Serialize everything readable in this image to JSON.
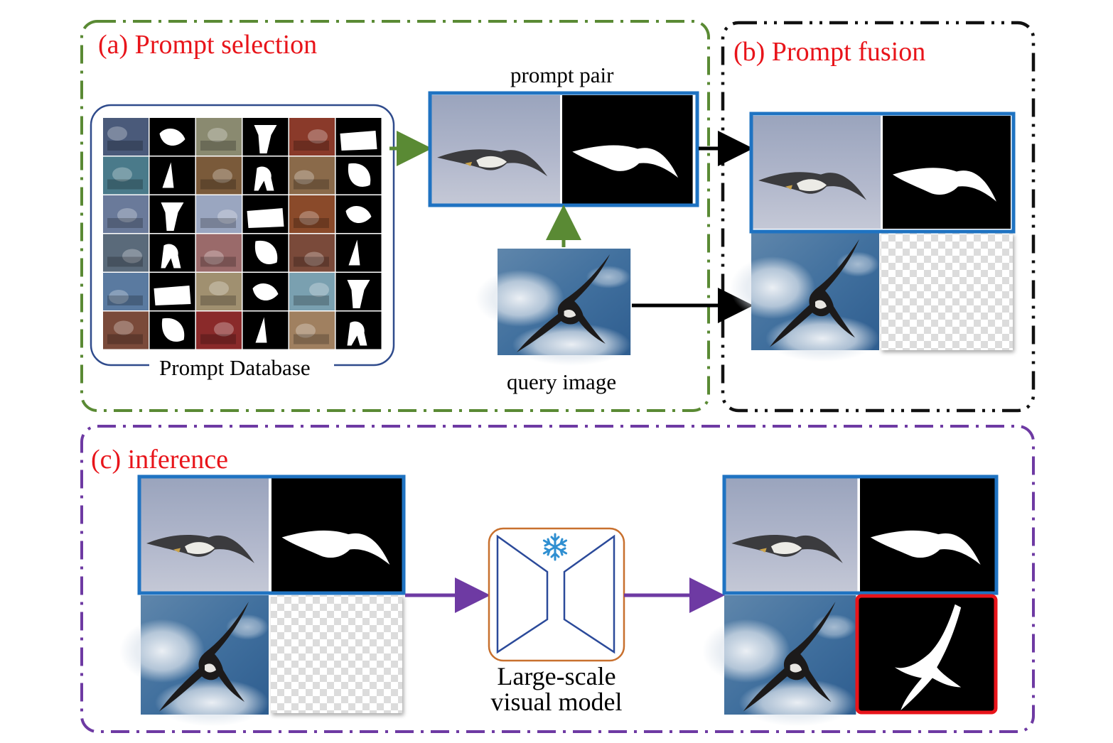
{
  "panels": {
    "selection": {
      "title": "(a) Prompt selection"
    },
    "fusion": {
      "title": "(b) Prompt fusion"
    },
    "inference": {
      "title": "(c) inference"
    }
  },
  "labels": {
    "prompt_pair": "prompt pair",
    "prompt_database": "Prompt Database",
    "query_image": "query image",
    "model_line1": "Large-scale",
    "model_line2": "visual model"
  },
  "icons": {
    "snowflake": "snowflake-icon",
    "arrow": "arrow-right-icon"
  },
  "colors": {
    "title_red": "#e8141a",
    "selection_border": "#5a8a34",
    "fusion_border": "#111111",
    "inference_border": "#6e3aa3",
    "prompt_frame_blue": "#1f73c2",
    "result_frame_red": "#e8141a",
    "model_box_orange": "#c8702e",
    "model_line_blue": "#2b4a9a",
    "database_frame": "#2f4b8c"
  }
}
